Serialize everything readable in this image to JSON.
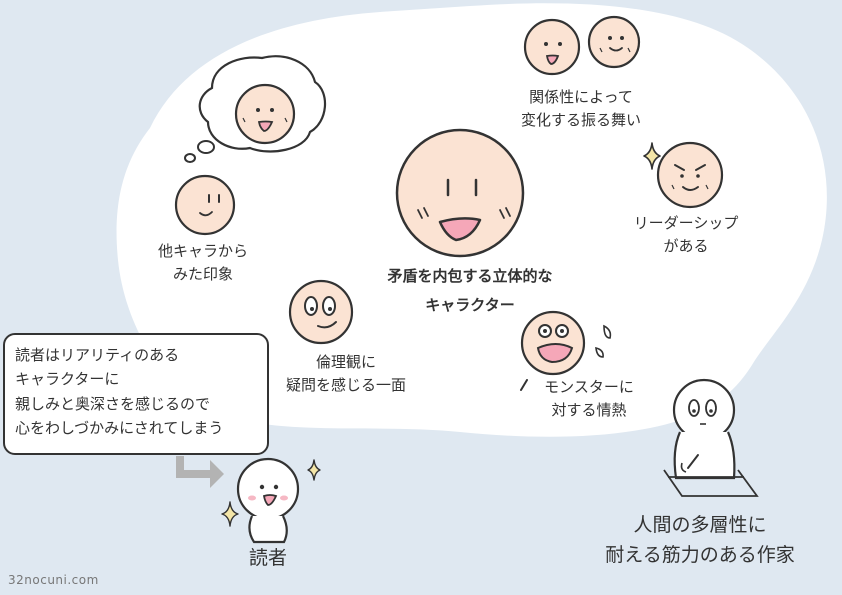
{
  "colors": {
    "background": "#dfe8f1",
    "blob": "#ffffff",
    "face_skin": "#fbe3d3",
    "line": "#333333",
    "mouth": "#f5a7b8",
    "sparkle": "#f4e6a8",
    "arrow": "#b3b3b3",
    "cheek": "#f6b8c4"
  },
  "center_label": {
    "line1": "矛盾を内包する立体的な",
    "line2": "キャラクター"
  },
  "traits": [
    {
      "line1": "関係性によって",
      "line2": "変化する振る舞い"
    },
    {
      "line1": "リーダーシップ",
      "line2": "がある"
    },
    {
      "line1": "他キャラから",
      "line2": "みた印象"
    },
    {
      "line1": "倫理観に",
      "line2": "疑問を感じる一面"
    },
    {
      "line1": "モンスターに",
      "line2": "対する情熱"
    }
  ],
  "reader_bubble": {
    "lines": [
      "読者はリアリティのある",
      "キャラクターに",
      "親しみと奥深さを感じるので",
      "心をわしづかみにされてしまう"
    ]
  },
  "reader_label": "読者",
  "author_label": {
    "line1": "人間の多層性に",
    "line2": "耐える筋力のある作家"
  },
  "watermark": "32nocuni.com",
  "icons": [
    "thought-bubble-icon",
    "sparkle-icon",
    "sweat-drop-icon",
    "arrow-icon",
    "pencil-icon"
  ]
}
